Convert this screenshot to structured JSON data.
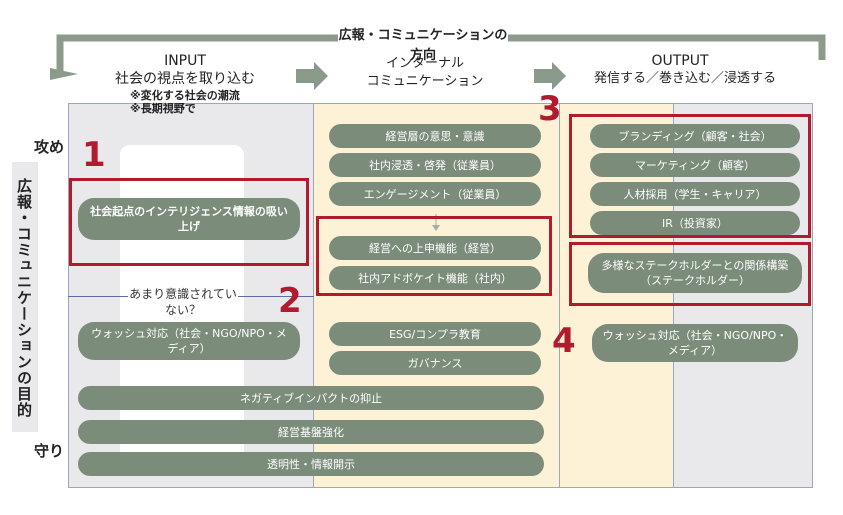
{
  "direction_label": "広報・コミュニケーションの方向",
  "columns": {
    "input": {
      "title": "INPUT",
      "subtitle": "社会の視点を取り込む",
      "note1": "※変化する社会の潮流",
      "note2": "※長期視野で"
    },
    "internal": {
      "title_line1": "インターナル",
      "title_line2": "コミュニケーション"
    },
    "output": {
      "title": "OUTPUT",
      "subtitle": "発信する／巻き込む／浸透する"
    }
  },
  "side": {
    "attack": "攻め",
    "defense": "守り",
    "purpose": "広報・コミュニケーションの目的"
  },
  "input_items": {
    "intelligence": "社会起点のインテリジェンス情報の吸い上げ",
    "unaware": "あまり意識されていない？",
    "wash_in": "ウォッシュ対応（社会・NGO/NPO・メディア）"
  },
  "internal_items": {
    "mgmt_will": "経営層の意思・意識",
    "penetration": "社内浸透・啓発（従業員）",
    "engagement": "エンゲージメント（従業員）",
    "escalation": "経営への上申機能（経営）",
    "advocate": "社内アドボケイト機能（社内）",
    "esg": "ESG/コンプラ教育",
    "governance": "ガバナンス"
  },
  "output_items": {
    "branding": "ブランディング（顧客・社会）",
    "marketing": "マーケティング（顧客）",
    "recruiting": "人材採用（学生・キャリア）",
    "ir": "IR（投資家）",
    "stakeholder": "多様なステークホルダーとの関係構築（ステークホルダー）",
    "wash_out": "ウォッシュ対応（社会・NGO/NPO・メディア）"
  },
  "wide_items": {
    "negative": "ネガティブインパクトの抑止",
    "foundation": "経営基盤強化",
    "transparency": "透明性・情報開示"
  },
  "markers": {
    "m1": "1",
    "m2": "2",
    "m3": "3",
    "m4": "4"
  },
  "colors": {
    "pill": "#7b8c7b",
    "red": "#b01c2e",
    "internal_bg": "#fdf1d6",
    "grey_bg": "#e9e9ec",
    "arrow": "#8c9a8c"
  }
}
